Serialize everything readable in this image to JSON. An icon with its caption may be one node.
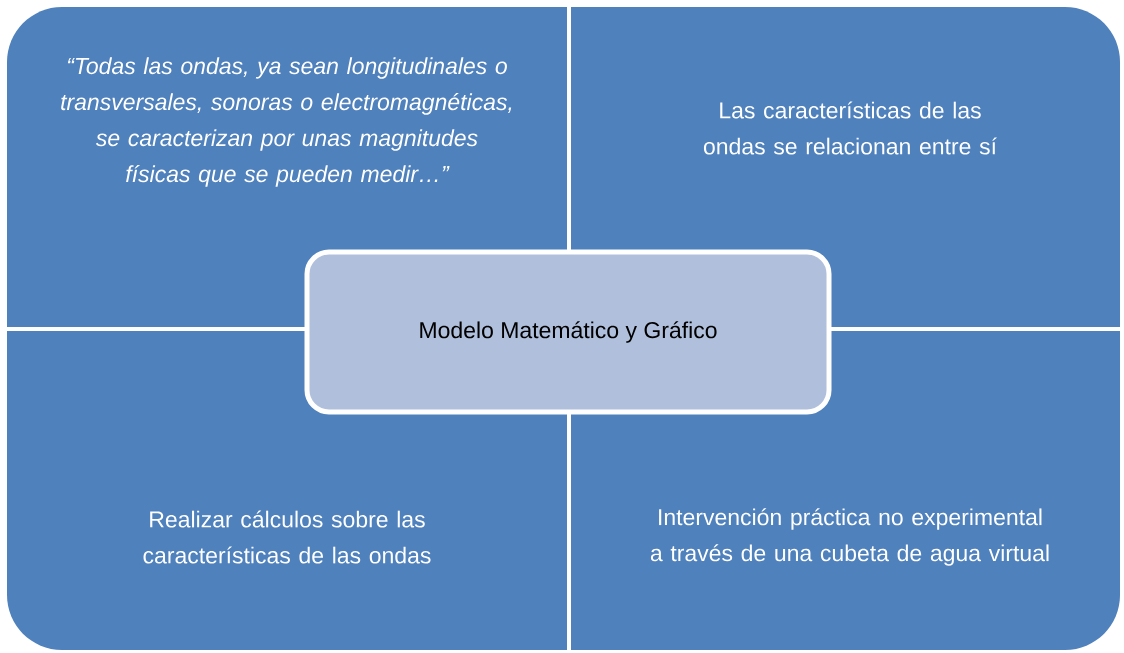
{
  "diagram": {
    "nodes": [
      {
        "text": [
          "“Todas las ondas, ya sean longitudinales o transversales, sonoras o electromagnéticas, se caracterizan por unas magnitudes físicas que se pueden medir…”"
        ]
      },
      {
        "text": [
          "Las características de las ondas se relacionan entre sí"
        ]
      },
      {
        "text": [
          "Realizar cálculos sobre las características de las ondas"
        ]
      },
      {
        "text": [
          "Intervención práctica no experimental a través de una cubeta de agua virtual"
        ]
      },
      {
        "text": [
          "Modelo Matemático y Gráfico"
        ]
      }
    ]
  }
}
